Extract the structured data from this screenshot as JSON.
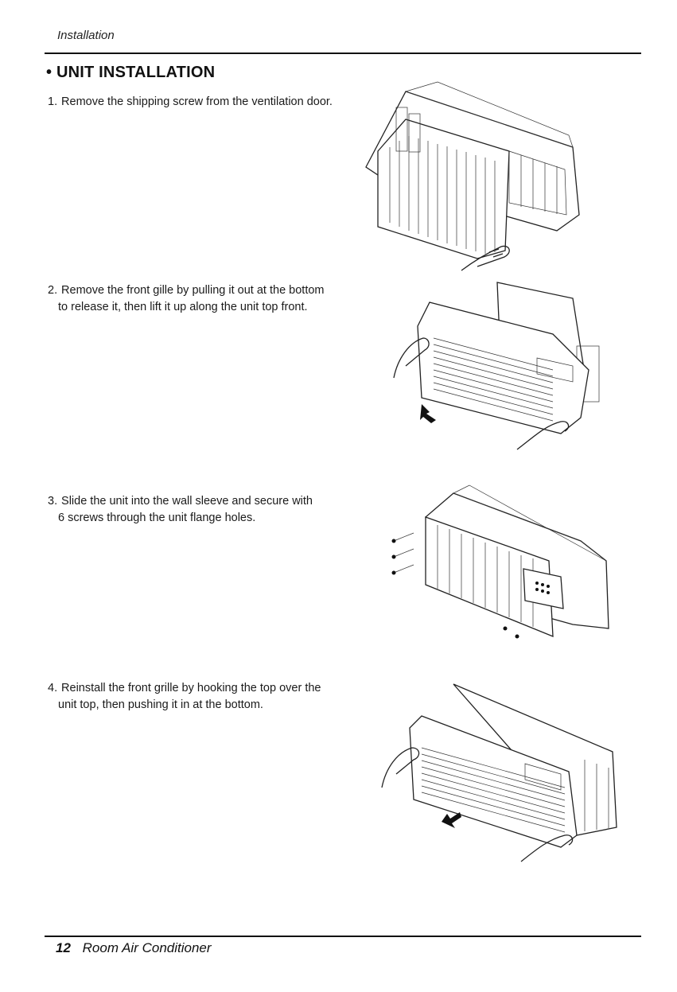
{
  "header": {
    "section_label": "Installation"
  },
  "title": "• UNIT INSTALLATION",
  "steps": [
    {
      "number": "1.",
      "line1": "Remove the shipping screw from the ventilation door.",
      "line2": ""
    },
    {
      "number": "2.",
      "line1": "Remove the front gille by pulling it out at the bottom",
      "line2": "to release it, then lift it up along the unit top front."
    },
    {
      "number": "3.",
      "line1": "Slide the unit into the wall sleeve and secure with",
      "line2": "6 screws through the unit flange holes."
    },
    {
      "number": "4.",
      "line1": "Reinstall the front grille by hooking the top over the",
      "line2": "unit top, then pushing it in at the bottom."
    }
  ],
  "footer": {
    "page_number": "12",
    "doc_title": "Room Air Conditioner"
  }
}
